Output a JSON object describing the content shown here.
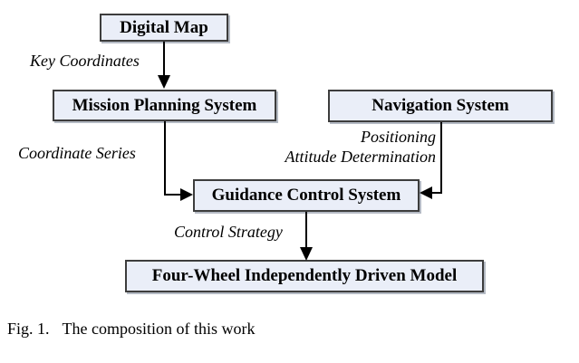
{
  "diagram": {
    "nodes": {
      "digital_map": "Digital Map",
      "mission_planning": "Mission Planning System",
      "navigation": "Navigation System",
      "guidance": "Guidance Control System",
      "four_wheel": "Four-Wheel Independently Driven Model"
    },
    "edge_labels": {
      "key_coordinates": "Key Coordinates",
      "coordinate_series": "Coordinate Series",
      "positioning": "Positioning",
      "attitude_determination": "Attitude Determination",
      "control_strategy": "Control Strategy"
    }
  },
  "caption": {
    "label": "Fig. 1.",
    "text": "The composition of this work"
  },
  "colors": {
    "background": "#ffffff",
    "node-fill": "#eaeef8",
    "node-border": "#3d3d3d",
    "node-shadow": "#b4bac4",
    "arrow": "#000000",
    "text": "#000000"
  }
}
